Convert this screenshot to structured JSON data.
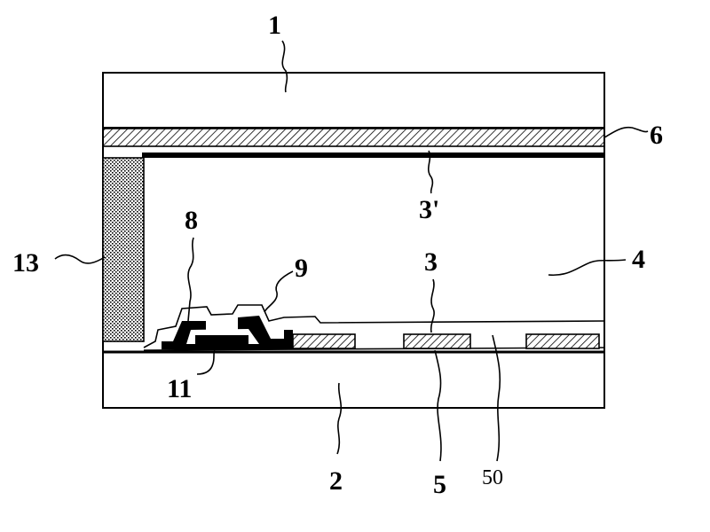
{
  "figure": {
    "labels": {
      "l1": "1",
      "l2": "2",
      "l3": "3",
      "l3p": "3'",
      "l4": "4",
      "l5": "5",
      "l50": "50",
      "l6": "6",
      "l8": "8",
      "l9": "9",
      "l11": "11",
      "l13": "13"
    },
    "colors": {
      "line": "#000000",
      "background": "#ffffff",
      "hatch": "#000000"
    }
  }
}
